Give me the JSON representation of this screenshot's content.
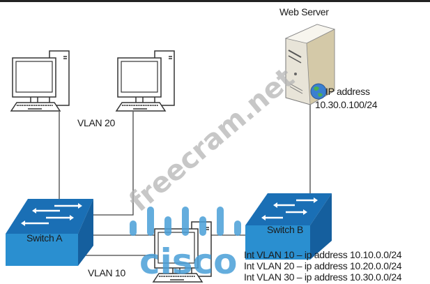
{
  "diagram": {
    "web_server_label": "Web Server",
    "server_ip_label": "IP address",
    "server_ip_value": "10.30.0.100/24",
    "vlan20_label": "VLAN 20",
    "vlan10_label": "VLAN 10",
    "switch_a_label": "Switch A",
    "switch_b_label": "Switch B",
    "svi_lines": [
      "Int VLAN 10 – ip address 10.10.0.0/24",
      "Int VLAN 20 – ip address 10.20.0.0/24",
      "Int VLAN 30 – ip address 10.30.0.0/24"
    ]
  },
  "watermarks": {
    "site": "freecram.net",
    "logo": "cisco"
  },
  "colors": {
    "switch_top": "#1a6fb5",
    "switch_front": "#2a8fd0",
    "line": "#444444",
    "cisco_blue": "#4a9fd8"
  }
}
